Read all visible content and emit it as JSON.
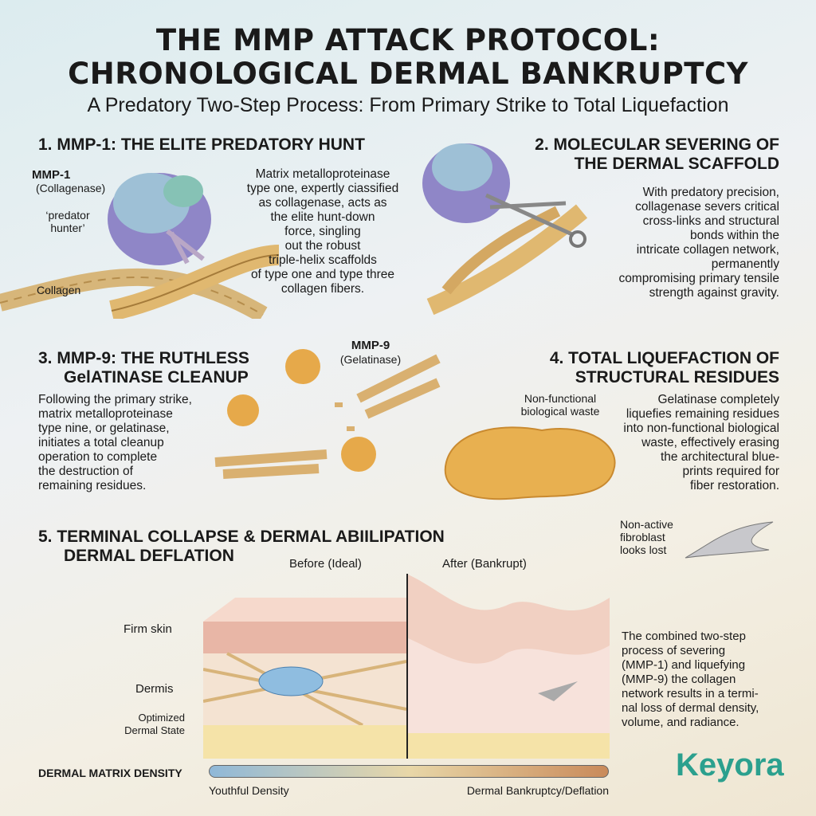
{
  "title_line1": "THE MMP ATTACK PROTOCOL:",
  "title_line2": "CHRONOLOGICAL DERMAL BANKRUPTCY",
  "subtitle": "A Predatory Two-Step Process: From Primary Strike to Total Liquefaction",
  "s1": {
    "heading": "1. MMP-1: THE ELITE PREDATORY HUNT",
    "enzyme": "MMP-1",
    "enzyme_sub": "(Collagenase)",
    "tag": "‘predator hunter’",
    "collagen": "Collagen",
    "text": [
      "Matrix metalloproteinase",
      "type one, expertly ciassified",
      "as collagenase, acts as",
      "the elite hunt-down",
      "force, singling",
      "out the robust",
      "triple-helix scaffolds",
      "of type one and type three",
      "collagen fibers."
    ]
  },
  "s2": {
    "heading1": "2. MOLECULAR SEVERING OF",
    "heading2": "THE DERMAL SCAFFOLD",
    "text": [
      "With predatory precision,",
      "collagenase severs critical",
      "cross-links and structural",
      "bonds within the",
      "intricate collagen network,",
      "permanently",
      "compromising primary tensile",
      "strength against gravity."
    ]
  },
  "s3": {
    "heading1": "3. MMP-9: THE RUTHLESS",
    "heading2": "GelATINASE CLEANUP",
    "enzyme": "MMP-9",
    "enzyme_sub": "(Gelatinase)",
    "text": [
      "Following the primary strike,",
      "matrix metalloproteinase",
      "type nine, or gelatinase,",
      "initiates a total cleanup",
      "operation to complete",
      "the destruction of",
      "remaining residues."
    ]
  },
  "s4": {
    "heading1": "4. TOTAL LIQUEFACTION OF",
    "heading2": "STRUCTURAL RESIDUES",
    "waste_label": [
      "Non-functional",
      "biological waste"
    ],
    "text": [
      "Gelatinase completely",
      "liquefies remaining residues",
      "into non-functional biological",
      "waste, effectively erasing",
      "the architectural blue-",
      "prints required for",
      "fiber restoration."
    ],
    "fibroblast_label": [
      "Non-active",
      "fibroblast",
      "looks lost"
    ]
  },
  "s5": {
    "heading1": "5. TERMINAL COLLAPSE & DERMAL ABIILIPATION",
    "heading2": "DERMAL DEFLATION",
    "before": "Before (Ideal)",
    "after": "After (Bankrupt)",
    "firm_skin": "Firm skin",
    "dermis": "Dermis",
    "optimized": [
      "Optimized",
      "Dermal State"
    ],
    "text": [
      "The combined two-step",
      "process of severing",
      "(MMP-1) and liquefying",
      "(MMP-9) the collagen",
      "network results in a termi-",
      "nal loss of dermal density,",
      "volume, and radiance."
    ]
  },
  "scale": {
    "label": "DERMAL MATRIX DENSITY",
    "left": "Youthful Density",
    "right": "Dermal Bankruptcy/Deflation",
    "colors": [
      "#8fb8d8",
      "#e8d7a8",
      "#c98a5a"
    ]
  },
  "logo": "Keyora"
}
